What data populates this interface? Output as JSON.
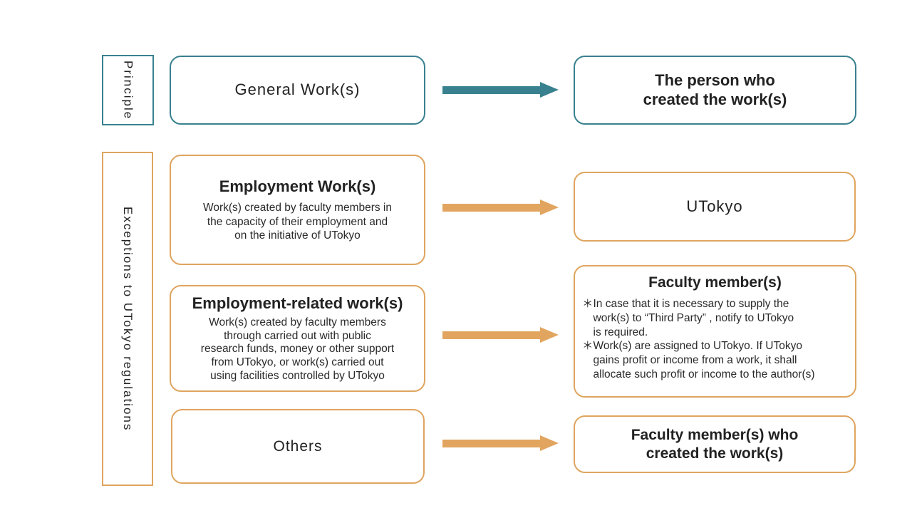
{
  "colors": {
    "teal": "#39818F",
    "orange": "#E2A55F",
    "text": "#222222"
  },
  "row_labels": {
    "principle": "Principle",
    "exceptions": "Exceptions to UTokyo regulations"
  },
  "rows": [
    {
      "category": {
        "title": "General Work(s)"
      },
      "owner": {
        "title": "The person who\ncreated the work(s)"
      }
    },
    {
      "category": {
        "title": "Employment Work(s)",
        "description": "Work(s) created by faculty members in\nthe capacity of their employment and\non the initiative of UTokyo"
      },
      "owner": {
        "title": "UTokyo"
      }
    },
    {
      "category": {
        "title": "Employment-related work(s)",
        "description": "Work(s) created by faculty members\nthrough carried out with public\nresearch funds, money or other support\nfrom UTokyo, or work(s) carried out\nusing facilities controlled by UTokyo"
      },
      "owner": {
        "title": "Faculty member(s)",
        "notes": [
          "＊In case that it is necessary to supply the\nwork(s) to “Third Party” , notify to UTokyo\nis required.",
          "＊Work(s) are assigned to UTokyo. If UTokyo\ngains profit or income from a work, it shall\nallocate such profit or income to the author(s)"
        ]
      }
    },
    {
      "category": {
        "title": "Others"
      },
      "owner": {
        "title": "Faculty member(s) who\ncreated the work(s)"
      }
    }
  ]
}
